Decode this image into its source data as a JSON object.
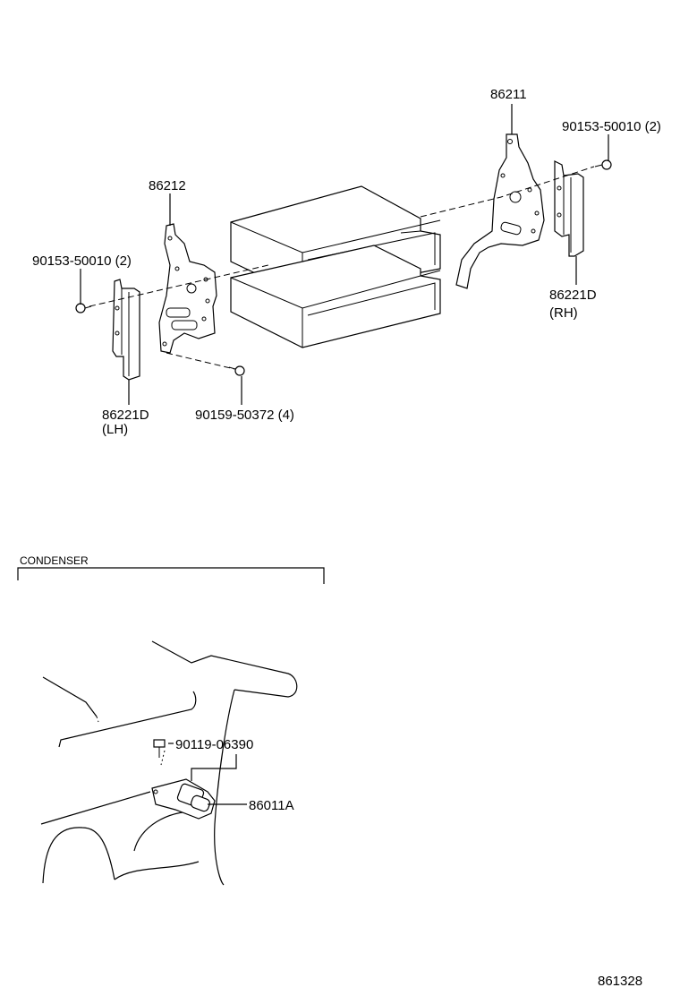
{
  "labels": {
    "p86211": "86211",
    "p86212": "86212",
    "screw_top_right": "90153-50010 (2)",
    "screw_left": "90153-50010 (2)",
    "p86221d_rh": "86221D",
    "rh": "(RH)",
    "p86221d_lh": "86221D",
    "lh": "(LH)",
    "screw_bottom": "90159-50372 (4)",
    "condenser_section": "CONDENSER",
    "bolt_condenser": "90119-06390",
    "condenser_part": "86011A",
    "diagram_number": "861328"
  }
}
